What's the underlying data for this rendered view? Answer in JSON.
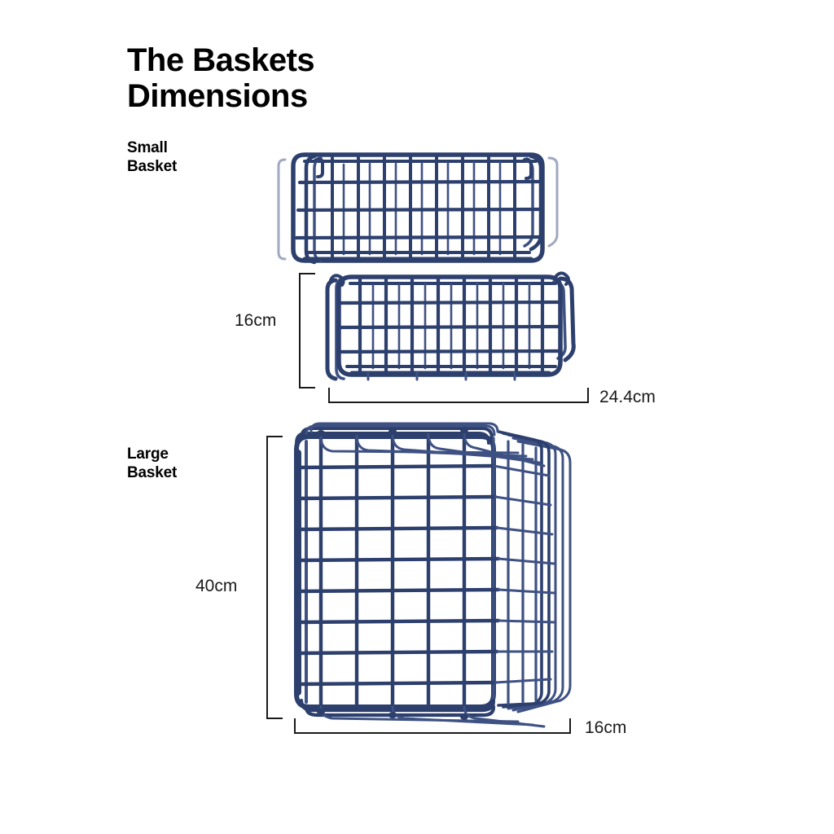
{
  "page": {
    "background_color": "#ffffff",
    "wire_color": "#2c3f6d",
    "text_color": "#000000"
  },
  "header": {
    "title": "The Baskets\nDimensions"
  },
  "sections": [
    {
      "label": "Small\nBasket",
      "dimensions": {
        "height": "16cm",
        "width": "24.4cm"
      }
    },
    {
      "label": "Large\nBasket",
      "dimensions": {
        "height": "40cm",
        "width": "16cm"
      }
    }
  ],
  "small_basket": {
    "label": "Small\nBasket",
    "height_label": "16cm",
    "width_label": "24.4cm",
    "product_name": "small-wire-basket"
  },
  "large_basket": {
    "label": "Large\nBasket",
    "height_label": "40cm",
    "width_label": "16cm",
    "product_name": "large-wire-basket"
  }
}
